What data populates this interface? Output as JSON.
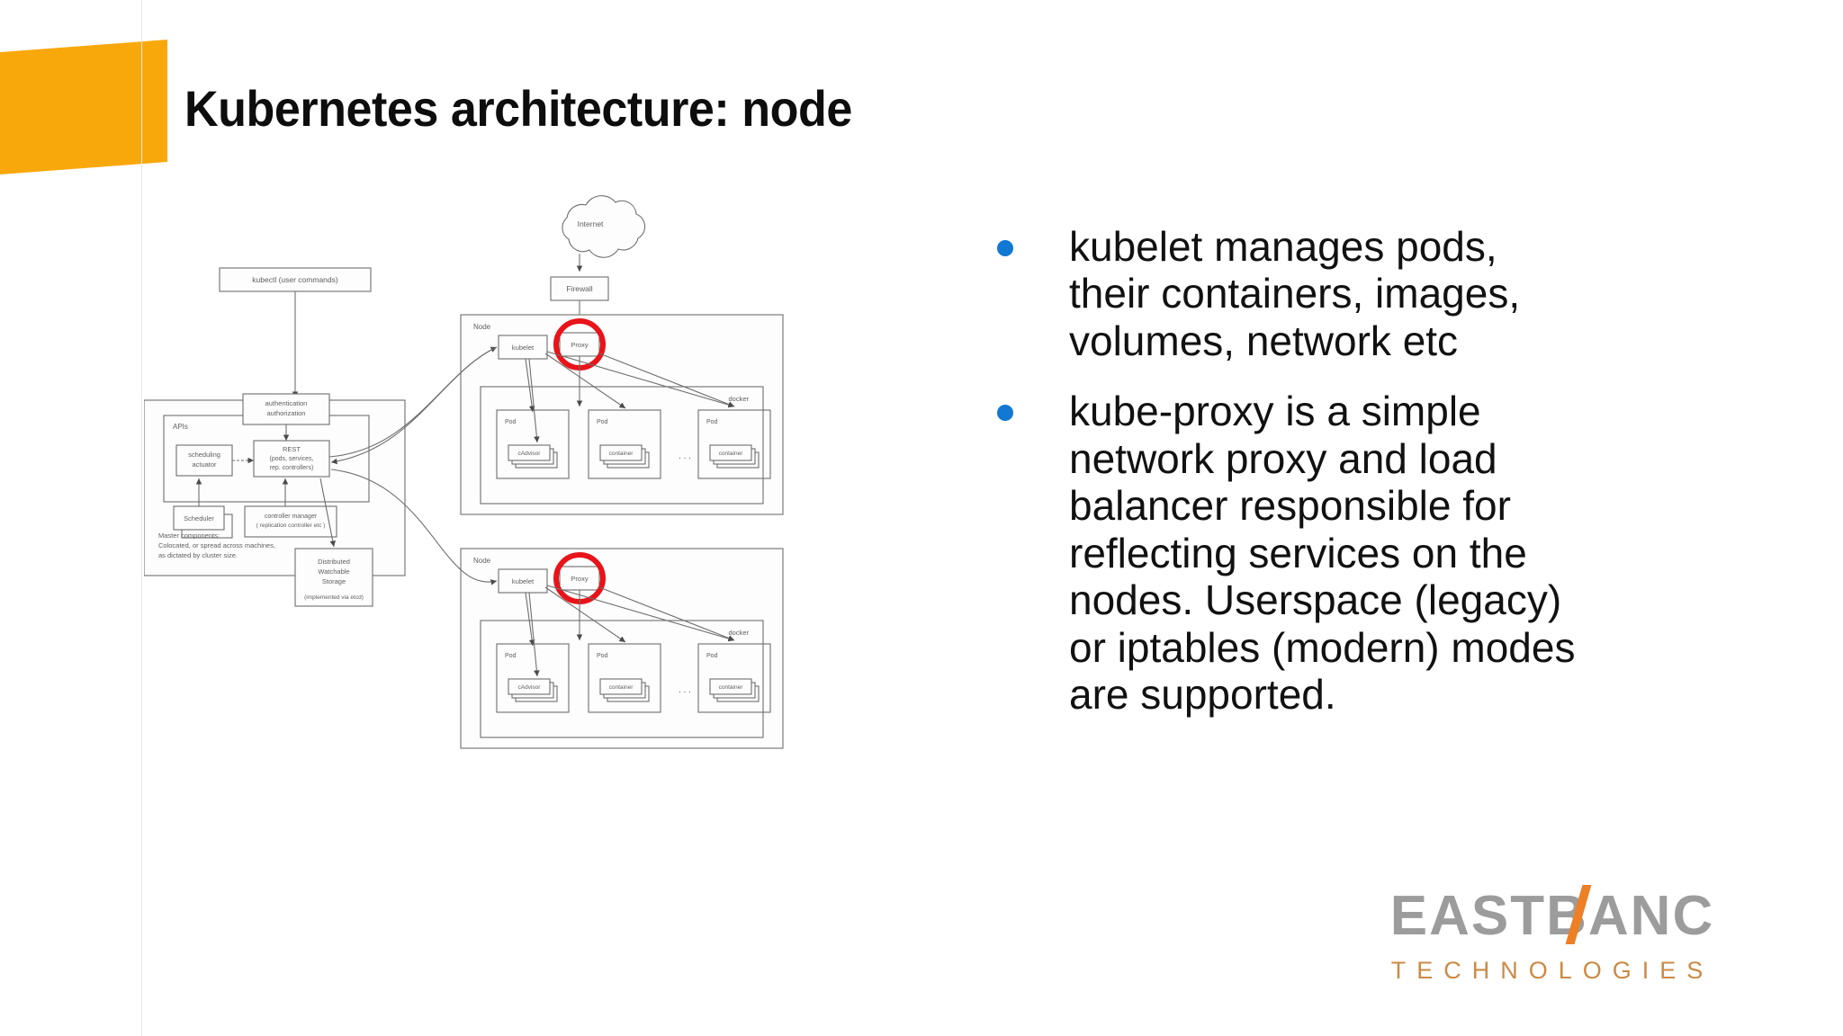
{
  "slide": {
    "title": "Kubernetes architecture: node",
    "accent_color": "#f9a80c",
    "background": "#ffffff"
  },
  "bullets": [
    {
      "marker": "bullet-dot",
      "marker_color": "#1178d4",
      "lines": [
        "kubelet manages pods,",
        "their containers, images,",
        "volumes, network etc"
      ],
      "text": "kubelet manages pods, their containers, images, volumes, network etc"
    },
    {
      "marker": "bullet-dot",
      "marker_color": "#1178d4",
      "lines": [
        "kube-proxy is a simple",
        "network proxy and load",
        "balancer responsible for",
        "reflecting services on the",
        "nodes. Userspace (legacy)",
        "or iptables (modern) modes",
        "are supported."
      ],
      "text": "kube-proxy is a simple network proxy and load balancer responsible for reflecting services on the nodes. Userspace (legacy) or iptables (modern) modes are supported."
    }
  ],
  "logo": {
    "wordmark": "EASTBANC",
    "tagline": "TECHNOLOGIES",
    "wordmark_color": "#9c9c9c",
    "accent_color": "#ee7f25",
    "tagline_color": "#cc8a46"
  },
  "diagram": {
    "name": "kubernetes-architecture-diagram",
    "kubectl": "kubectl (user commands)",
    "internet": "Internet",
    "firewall": "Firewall",
    "master": {
      "apis_label": "APIs",
      "auth": [
        "authentication",
        "authorization"
      ],
      "scheduling": [
        "scheduling",
        "actuator"
      ],
      "rest": [
        "REST",
        "(pods, services,",
        "rep. controllers)"
      ],
      "scheduler_front": "Scheduler",
      "scheduler_back": "scheduler",
      "controller_manager": [
        "controller manager",
        "( replication controller etc )"
      ],
      "storage": [
        "Distributed",
        "Watchable",
        "Storage",
        "(implemented via etcd)"
      ],
      "caption": [
        "Master components:",
        "Colocated, or spread across machines,",
        "as dictated by cluster size."
      ]
    },
    "nodes": [
      {
        "label": "Node",
        "kubelet": "kubelet",
        "proxy": "Proxy",
        "proxy_highlighted": true,
        "highlight_color": "#e8141a",
        "docker_label": "docker",
        "pods": [
          {
            "label": "Pod",
            "container": "cAdvisor"
          },
          {
            "label": "Pod",
            "container": "container"
          },
          {
            "label": "Pod",
            "container": "container"
          }
        ],
        "ellipsis": ". . ."
      },
      {
        "label": "Node",
        "kubelet": "kubelet",
        "proxy": "Proxy",
        "proxy_highlighted": true,
        "highlight_color": "#e8141a",
        "docker_label": "docker",
        "pods": [
          {
            "label": "Pod",
            "container": "cAdvisor"
          },
          {
            "label": "Pod",
            "container": "container"
          },
          {
            "label": "Pod",
            "container": "container"
          }
        ],
        "ellipsis": ". . ."
      }
    ]
  }
}
